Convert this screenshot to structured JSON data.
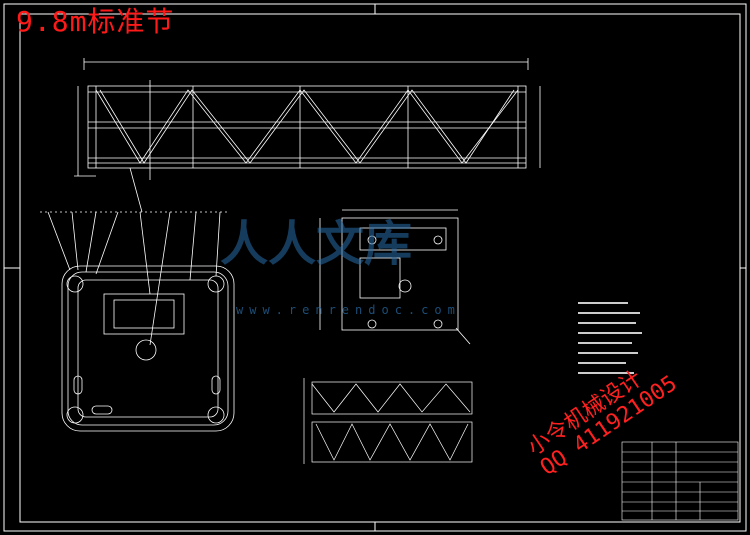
{
  "title": "9.8m标准节",
  "watermark": {
    "main": "人人文库",
    "url": "www.renrendoc.com"
  },
  "stamp": {
    "line1": "小令机械设计",
    "line2": "QQ 411921005"
  },
  "colors": {
    "background": "#000000",
    "line": "#ffffff",
    "title": "#ff1a1a",
    "watermark": "#2b6ea8",
    "accent_red": "#ff2020"
  }
}
